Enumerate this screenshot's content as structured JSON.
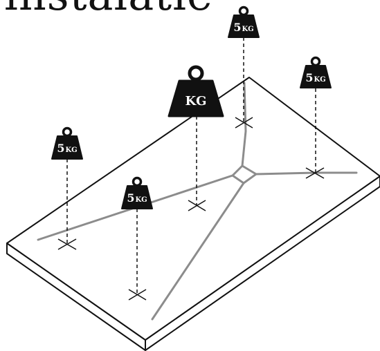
{
  "title": "instalatie",
  "colors": {
    "ink": "#111111",
    "pipe": "#8c8c8c",
    "plate_top": "#ffffff",
    "plate_side": "#ffffff",
    "weight": "#111111"
  },
  "weights": [
    {
      "id": "weight-top",
      "number": "5",
      "unit": "KG"
    },
    {
      "id": "weight-big",
      "number": "",
      "unit": "KG"
    },
    {
      "id": "weight-right",
      "number": "5",
      "unit": "KG"
    },
    {
      "id": "weight-left",
      "number": "5",
      "unit": "KG"
    },
    {
      "id": "weight-center",
      "number": "5",
      "unit": "KG"
    }
  ]
}
